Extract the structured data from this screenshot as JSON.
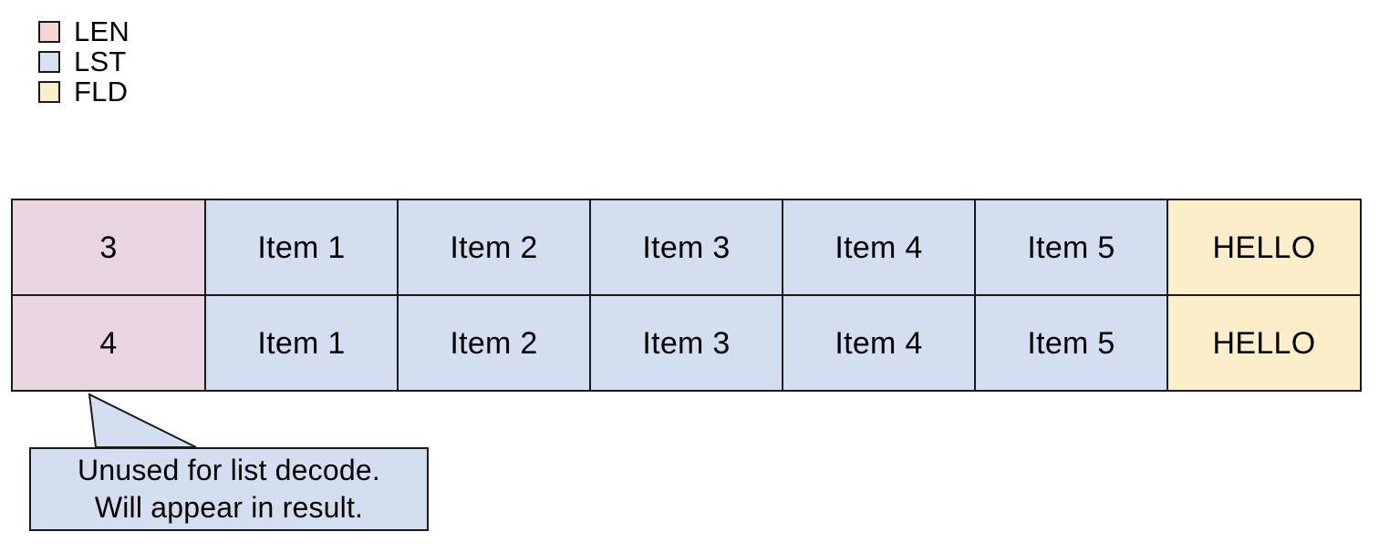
{
  "legend": {
    "items": [
      {
        "label": "LEN",
        "color": "#f5d5d5",
        "icon": "color-swatch-icon"
      },
      {
        "label": "LST",
        "color": "#d6e2f2",
        "icon": "color-swatch-icon"
      },
      {
        "label": "FLD",
        "color": "#fceecb",
        "icon": "color-swatch-icon"
      }
    ]
  },
  "table": {
    "columns": [
      {
        "kind": "LEN",
        "color": "#e9d5e0"
      },
      {
        "kind": "LST",
        "color": "#d3dff0"
      },
      {
        "kind": "LST",
        "color": "#d3dff0"
      },
      {
        "kind": "LST",
        "color": "#d3dff0"
      },
      {
        "kind": "LST",
        "color": "#d3dff0"
      },
      {
        "kind": "LST",
        "color": "#d3dff0"
      },
      {
        "kind": "FLD",
        "color": "#fceecb"
      }
    ],
    "rows": [
      {
        "len": "3",
        "items": [
          "Item 1",
          "Item 2",
          "Item 3",
          "Item 4",
          "Item 5"
        ],
        "field": "HELLO"
      },
      {
        "len": "4",
        "items": [
          "Item 1",
          "Item 2",
          "Item 3",
          "Item 4",
          "Item 5"
        ],
        "field": "HELLO"
      }
    ]
  },
  "callout": {
    "lines": [
      "Unused for list decode.",
      "Will appear in result."
    ],
    "fill": "#d3dff0",
    "stroke": "#1a1a1a"
  }
}
